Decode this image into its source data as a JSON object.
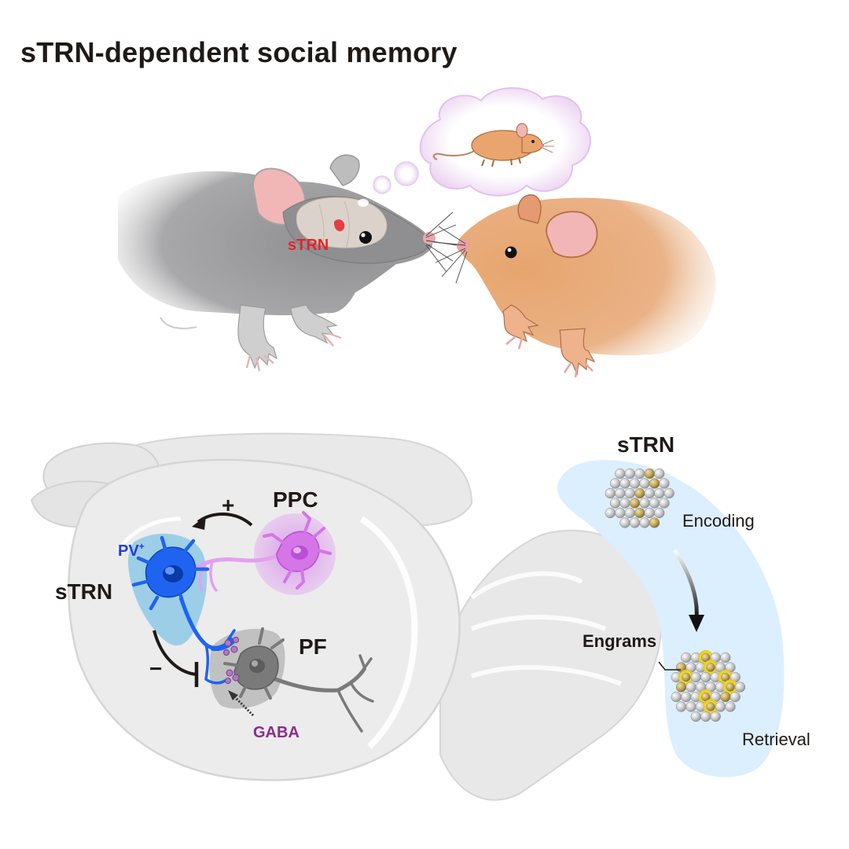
{
  "title": "sTRN-dependent social memory",
  "mice_scene": {
    "brain_label": "sTRN",
    "label_color": "#e5242b",
    "thought_subject": "orange mouse"
  },
  "circuit": {
    "region_strn": "sTRN",
    "region_ppc": "PPC",
    "region_pf": "PF",
    "cell_type": "PV",
    "cell_type_sup": "+",
    "sign_excitatory": "+",
    "sign_inhibitory": "−",
    "transmitter": "GABA",
    "colors": {
      "pv_neuron": "#1e64f0",
      "ppc_neuron": "#d985e8",
      "pf_neuron": "#7a7a7a",
      "gaba": "#8a2c8c"
    }
  },
  "engram_panel": {
    "region": "sTRN",
    "stage_1": "Encoding",
    "stage_2": "Retrieval",
    "engrams_label": "Engrams",
    "colors": {
      "background": "#dcefff",
      "cell": "#b9b9b9",
      "engram_cell": "#b59a45",
      "active_glow": "#f4e12a"
    }
  }
}
